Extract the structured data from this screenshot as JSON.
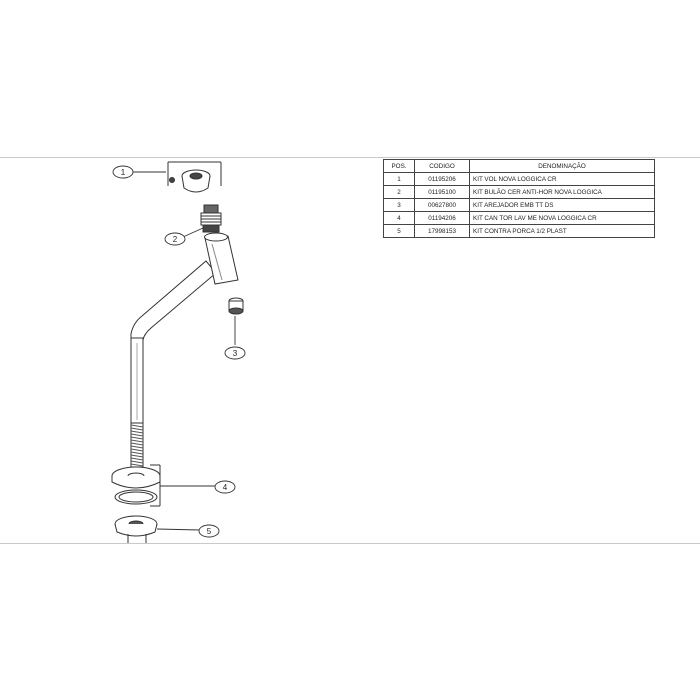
{
  "table": {
    "headers": [
      "POS.",
      "CODIGO",
      "DENOMINAÇÃO"
    ],
    "rows": [
      {
        "pos": "1",
        "code": "01195206",
        "desc": "KIT VOL NOVA LOGGICA CR"
      },
      {
        "pos": "2",
        "code": "01195100",
        "desc": "KIT BULÃO CER ANTI-HOR NOVA LOGGICA"
      },
      {
        "pos": "3",
        "code": "00627800",
        "desc": "KIT AREJADOR EMB TT DS"
      },
      {
        "pos": "4",
        "code": "01194206",
        "desc": "KIT CAN TOR LAV ME NOVA LOGGICA CR"
      },
      {
        "pos": "5",
        "code": "17998153",
        "desc": "KIT CONTRA PORCA 1/2 PLAST"
      }
    ]
  },
  "callouts": [
    {
      "label": "1",
      "part": "handle"
    },
    {
      "label": "2",
      "part": "cartridge"
    },
    {
      "label": "3",
      "part": "aerator"
    },
    {
      "label": "4",
      "part": "washer-set"
    },
    {
      "label": "5",
      "part": "lock-nut"
    }
  ],
  "colors": {
    "line": "#333333",
    "thread": "#555555",
    "paper": "#ffffff"
  }
}
